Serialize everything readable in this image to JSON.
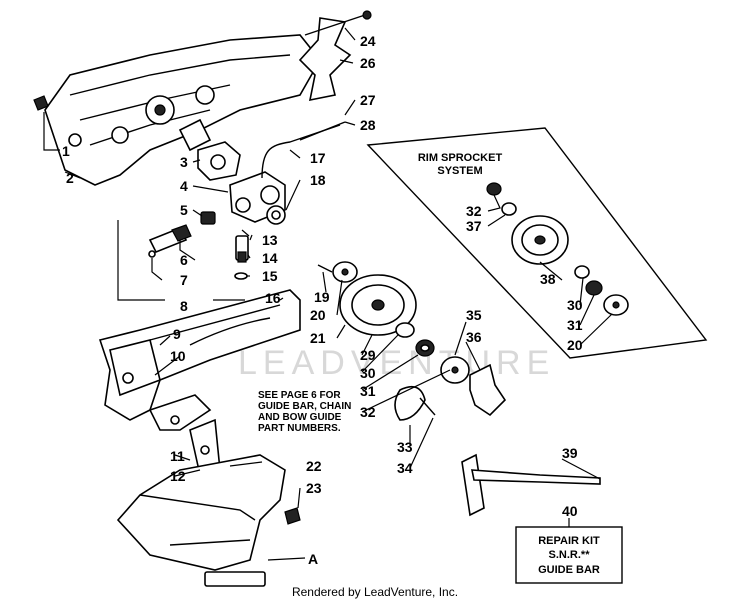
{
  "callouts": {
    "c1": "1",
    "c2": "2",
    "c3": "3",
    "c4": "4",
    "c5": "5",
    "c6": "6",
    "c7": "7",
    "c8": "8",
    "c9": "9",
    "c10": "10",
    "c11": "11",
    "c12": "12",
    "c13": "13",
    "c14": "14",
    "c15": "15",
    "c16": "16",
    "c17": "17",
    "c18": "18",
    "c19": "19",
    "c20a": "20",
    "c21": "21",
    "c22": "22",
    "c23": "23",
    "c24": "24",
    "c26": "26",
    "c27": "27",
    "c28": "28",
    "c29": "29",
    "c30a": "30",
    "c31a": "31",
    "c32a": "32",
    "c33": "33",
    "c34": "34",
    "c35": "35",
    "c36": "36",
    "c32b": "32",
    "c37": "37",
    "c38": "38",
    "c30b": "30",
    "c31b": "31",
    "c20b": "20",
    "c39": "39",
    "c40": "40",
    "cA": "A"
  },
  "rim_box": {
    "title_line1": "RIM SPROCKET",
    "title_line2": "SYSTEM"
  },
  "note": {
    "line1": "SEE PAGE 6 FOR",
    "line2": "GUIDE BAR, CHAIN",
    "line3": "AND BOW GUIDE",
    "line4": "PART NUMBERS."
  },
  "repair_kit": {
    "line1": "REPAIR KIT",
    "line2": "S.N.R.**",
    "line3": "GUIDE BAR"
  },
  "watermark": "LEADVENTURE",
  "footer": "Rendered by LeadVenture, Inc."
}
